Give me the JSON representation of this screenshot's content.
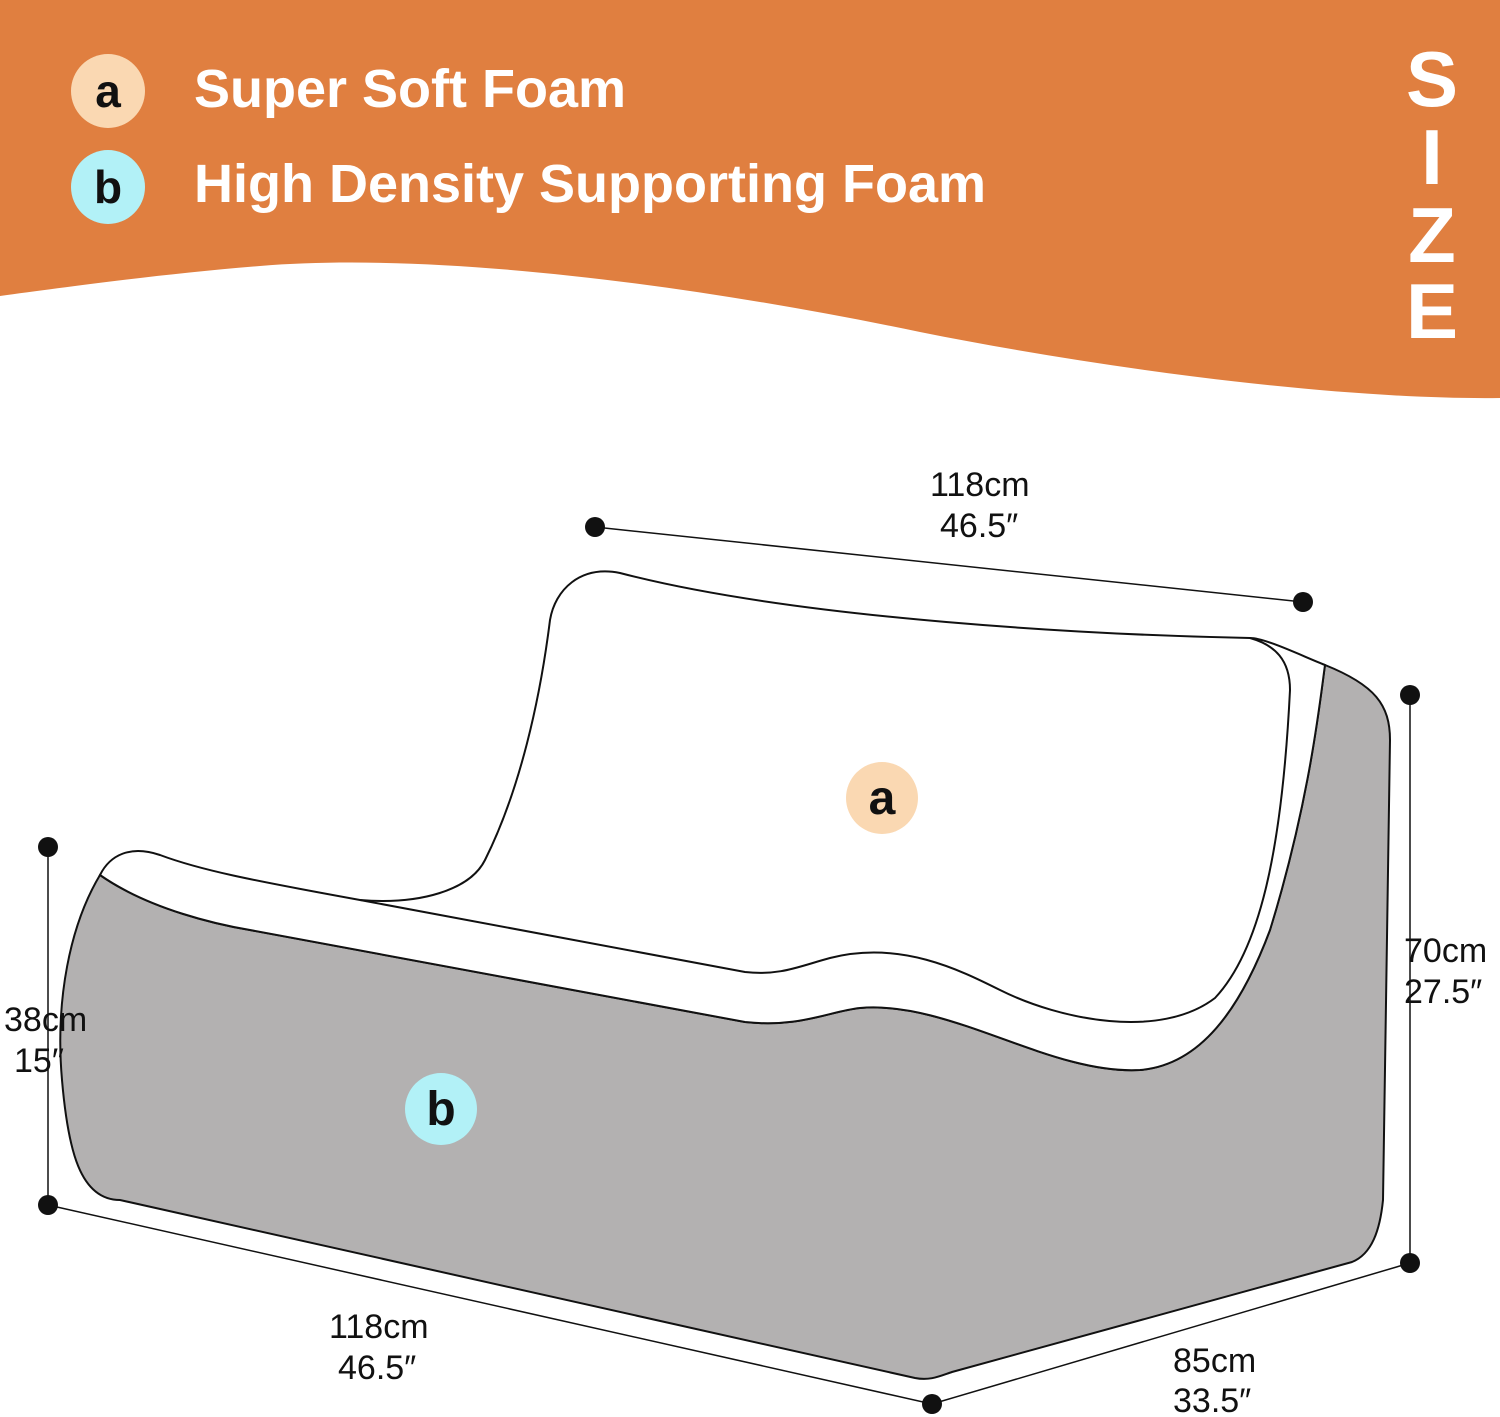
{
  "colors": {
    "banner": "#E07F40",
    "badge_a": "#FAD8B2",
    "badge_b": "#B2F1F7",
    "base_foam": "#B3B1B1",
    "cushion": "#FFFFFF"
  },
  "legend": [
    {
      "badge": "a",
      "label": "Super Soft Foam"
    },
    {
      "badge": "b",
      "label": "High Density Supporting Foam"
    }
  ],
  "side_title": [
    "S",
    "I",
    "Z",
    "E"
  ],
  "dimensions": {
    "top_width": {
      "cm": "118cm",
      "in": "46.5″"
    },
    "total_height": {
      "cm": "70cm",
      "in": "27.5″"
    },
    "seat_height": {
      "cm": "38cm",
      "in": "15″"
    },
    "front_width": {
      "cm": "118cm",
      "in": "46.5″"
    },
    "depth": {
      "cm": "85cm",
      "in": "33.5″"
    }
  },
  "parts": {
    "cushion_label": "a",
    "base_label": "b"
  }
}
